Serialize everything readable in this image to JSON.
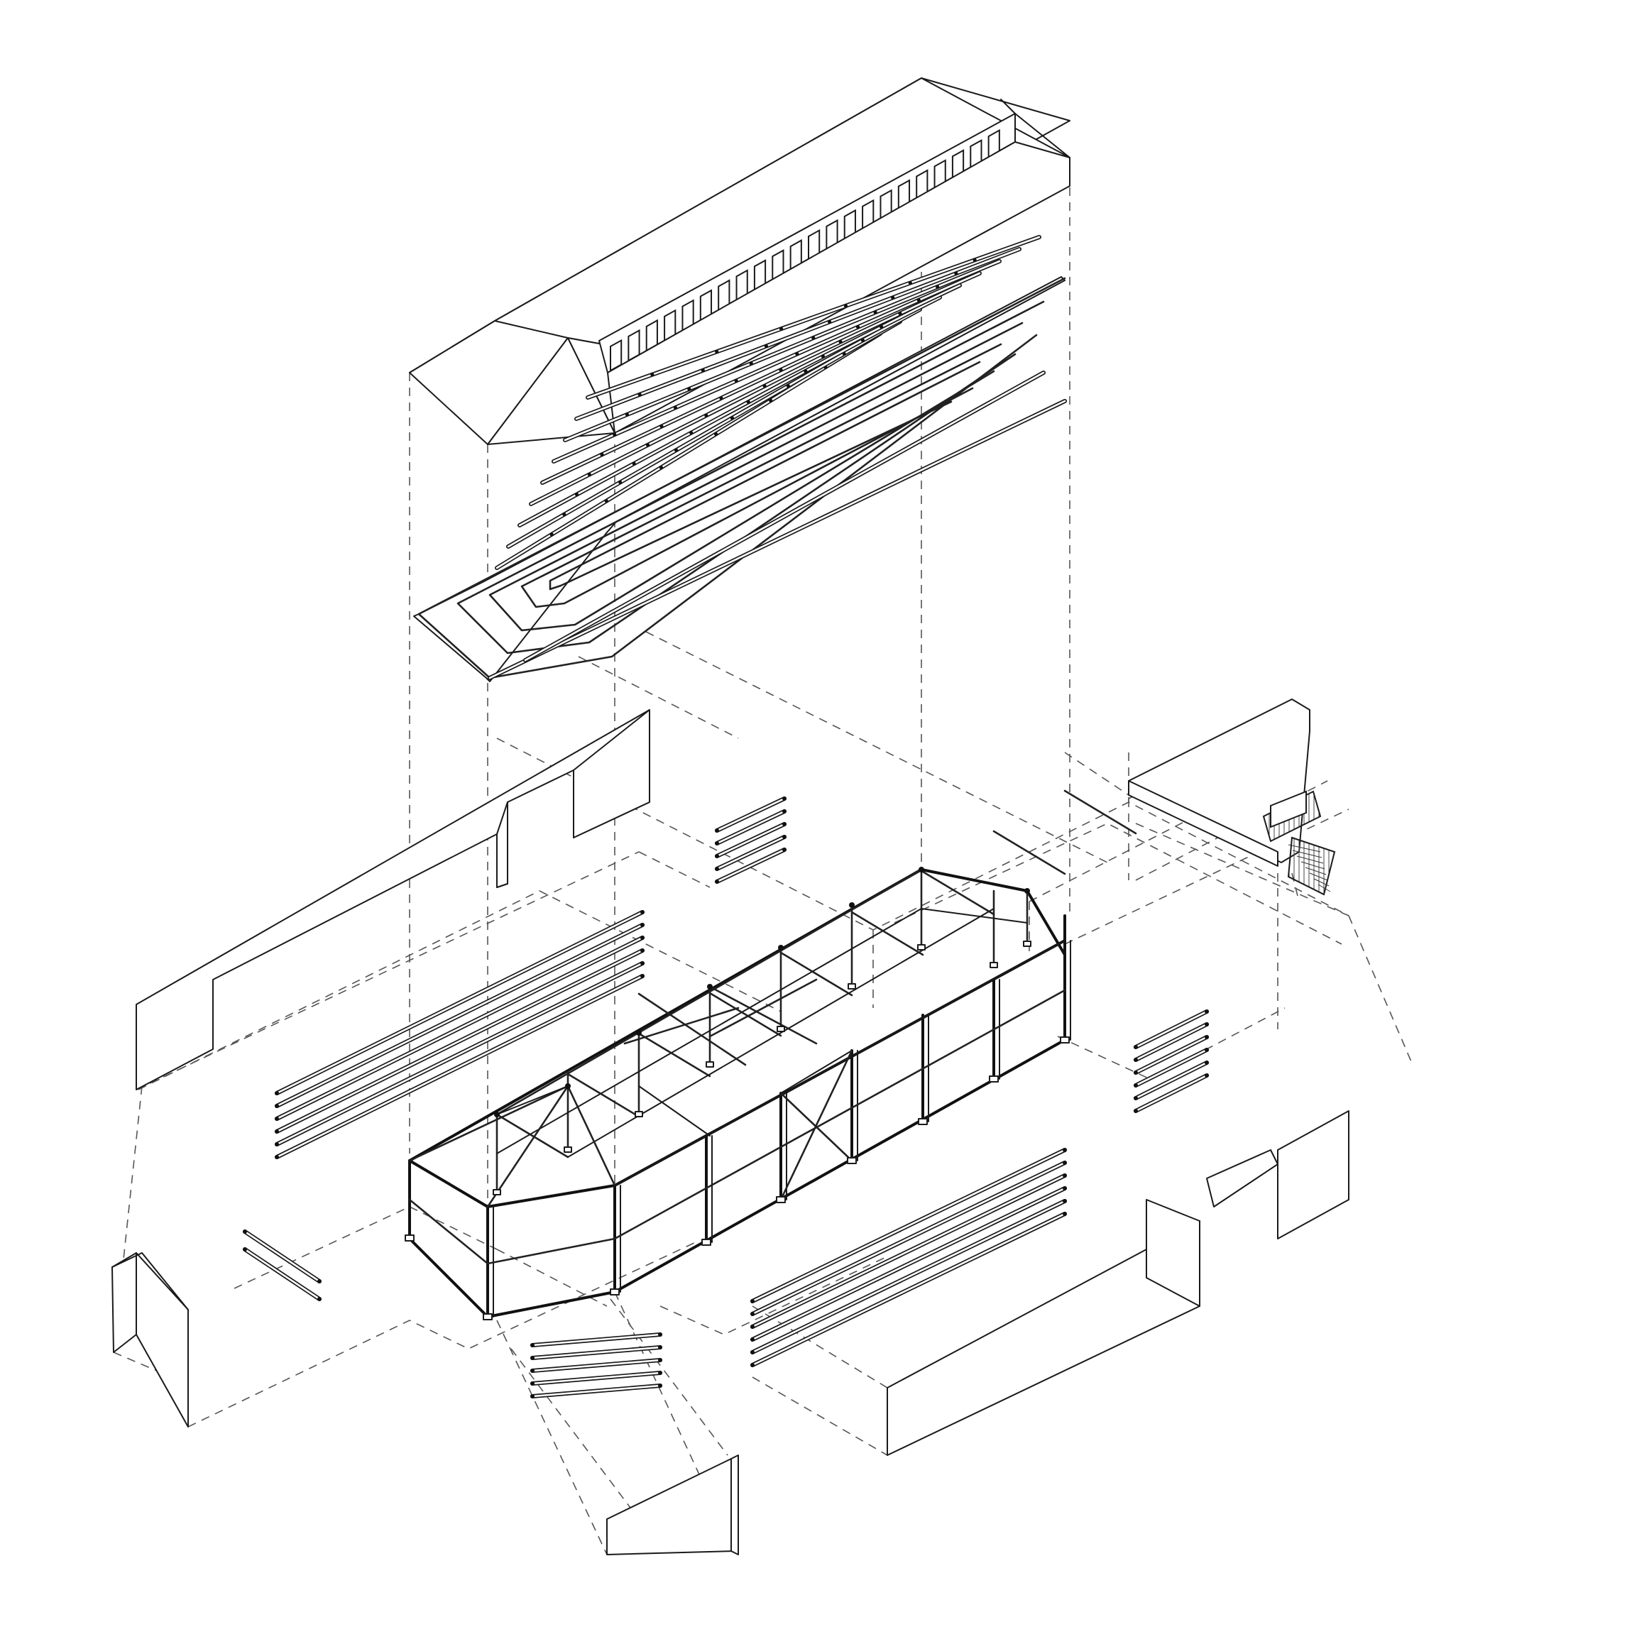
{
  "figure": {
    "kind": "exploded-axonometric-diagram",
    "labels": [],
    "components": [
      {
        "name": "hipped-roof-with-clerestory"
      },
      {
        "name": "roof-purlin-layers"
      },
      {
        "name": "steel-frame-structure"
      },
      {
        "name": "rear-left-wall-panel"
      },
      {
        "name": "front-left-wall-panel"
      },
      {
        "name": "front-right-wall-panel"
      },
      {
        "name": "rear-right-wall-panel"
      },
      {
        "name": "front-end-wall-panel"
      },
      {
        "name": "upper-deck-with-stair"
      },
      {
        "name": "girt-groups"
      },
      {
        "name": "alignment-projection-lines"
      }
    ],
    "colors": {
      "line": "#1a1a1a",
      "dashed": "#555555",
      "background": "#ffffff"
    }
  }
}
